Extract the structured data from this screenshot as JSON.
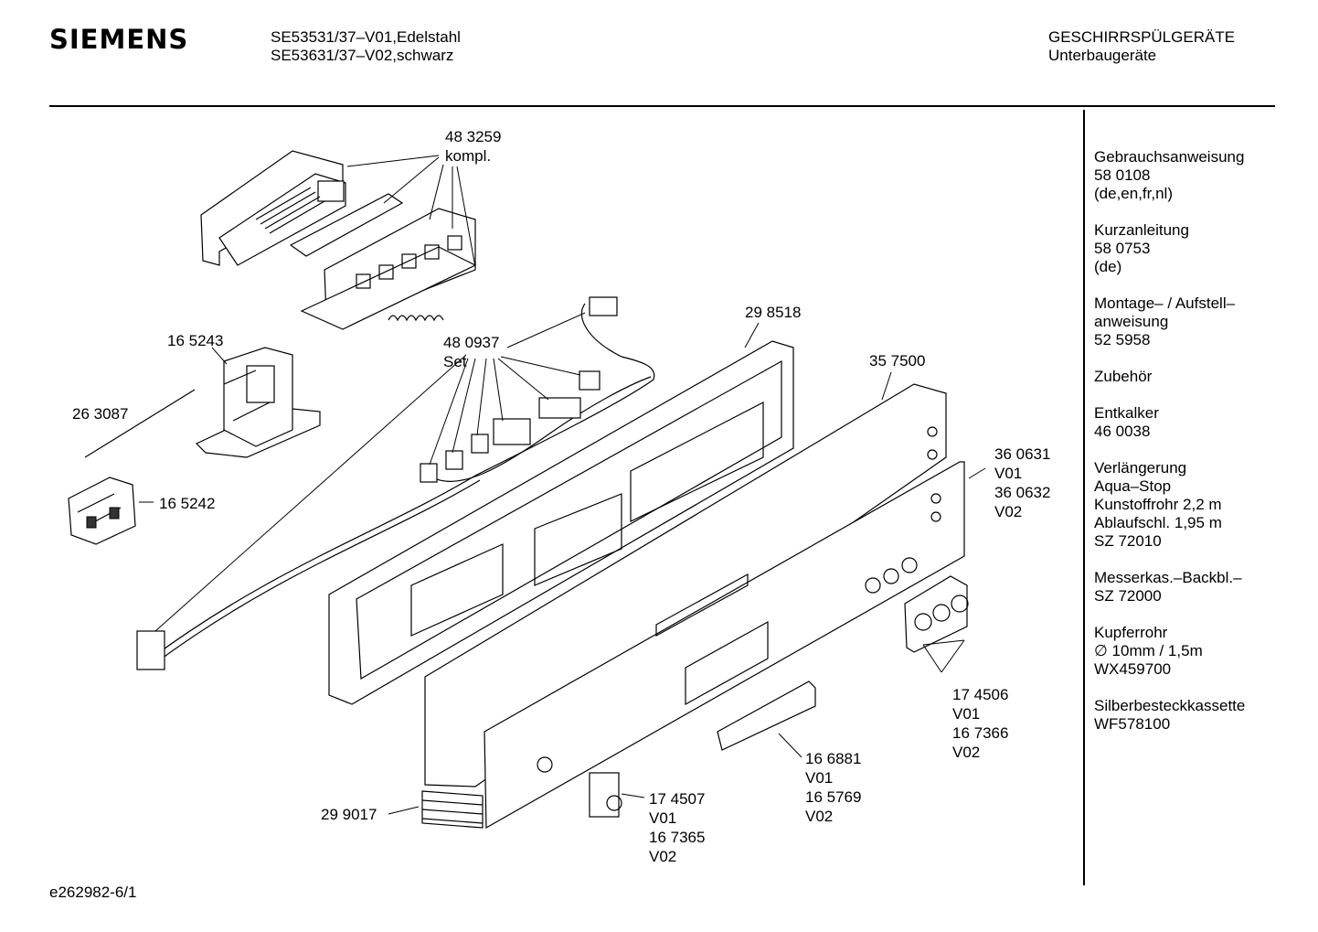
{
  "header": {
    "brand": "SIEMENS",
    "model_line_1": "SE53531/37–V01,Edelstahl",
    "model_line_2": "SE53631/37–V02,schwarz",
    "category_line_1": "GESCHIRRSPÜLGERÄTE",
    "category_line_2": "Unterbaugeräte"
  },
  "sidebar": [
    {
      "text": "Gebrauchsanweisung\n58 0108\n(de,en,fr,nl)"
    },
    {
      "text": "Kurzanleitung\n58 0753\n(de)"
    },
    {
      "text": "Montage– / Aufstell–\nanweisung\n52 5958"
    },
    {
      "text": "Zubehör"
    },
    {
      "text": "Entkalker\n46 0038"
    },
    {
      "text": "Verlängerung\nAqua–Stop\nKunstoffrohr 2,2 m\nAblaufschl. 1,95 m\nSZ 72010"
    },
    {
      "text": "Messerkas.–Backbl.–\nSZ 72000"
    },
    {
      "text": "Kupferrohr\n∅ 10mm / 1,5m\nWX459700"
    },
    {
      "text": "Silberbesteckkassette\nWF578100"
    }
  ],
  "parts": {
    "p483259": "48 3259\nkompl.",
    "p165243": "16 5243",
    "p263087": "26 3087",
    "p165242": "16 5242",
    "p480937": "48 0937\nSet",
    "p298518": "29 8518",
    "p357500": "35 7500",
    "p360631": "36 0631\nV01\n36 0632\nV02",
    "p174506": "17 4506\nV01\n16 7366\nV02",
    "p166881": "16 6881\nV01\n16 5769\nV02",
    "p174507": "17 4507\nV01\n16 7365\nV02",
    "p299017": "29 9017"
  },
  "footer": {
    "doc_id": "e262982-6/1"
  }
}
